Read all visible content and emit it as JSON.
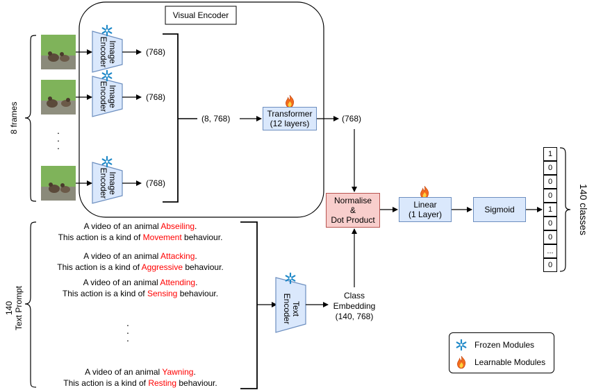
{
  "visual_encoder": {
    "title": "Visual Encoder"
  },
  "frames_label": "8 frames",
  "image_encoder": {
    "label_line1": "Image",
    "label_line2": "Encoder",
    "output_dim": "(768)"
  },
  "stacked_dim": "(8, 768)",
  "transformer": {
    "line1": "Transformer",
    "line2": "(12 layers)",
    "output_dim": "(768)"
  },
  "normalise": {
    "line1": "Normalise",
    "line2": "&",
    "line3": "Dot Product"
  },
  "linear": {
    "line1": "Linear",
    "line2": "(1 Layer)"
  },
  "sigmoid": {
    "label": "Sigmoid"
  },
  "output_vector": [
    "1",
    "0",
    "0",
    "0",
    "1",
    "0",
    "0",
    "...",
    "0"
  ],
  "classes_label": "140 classes",
  "text_prompt_label": {
    "line1": "140",
    "line2": "Text Prompt"
  },
  "prompts": [
    {
      "prefix1": "A video of an animal ",
      "action": "Abseiling",
      "suffix1": ".",
      "prefix2": "This action is a kind of ",
      "behaviour": "Movement",
      "suffix2": " behaviour."
    },
    {
      "prefix1": "A video of an animal ",
      "action": "Attacking",
      "suffix1": ".",
      "prefix2": "This action is a kind of ",
      "behaviour": "Aggressive",
      "suffix2": " behaviour."
    },
    {
      "prefix1": "A video of an animal ",
      "action": "Attending",
      "suffix1": ".",
      "prefix2": "This action is a kind of ",
      "behaviour": "Sensing",
      "suffix2": " behaviour."
    },
    {
      "prefix1": "A video of an animal ",
      "action": "Yawning",
      "suffix1": ".",
      "prefix2": "This action is a kind of ",
      "behaviour": "Resting",
      "suffix2": " behaviour."
    }
  ],
  "text_encoder": {
    "line1": "Text",
    "line2": "Encoder"
  },
  "class_embedding": {
    "line1": "Class",
    "line2": "Embedding",
    "line3": "(140, 768)"
  },
  "legend": {
    "frozen": "Frozen Modules",
    "learnable": "Learnable Modules"
  },
  "colors": {
    "module_fill": "#dae8fc",
    "module_stroke": "#6c8ebf",
    "dot_fill": "#f8cecc",
    "dot_stroke": "#b85450",
    "highlight": "#ff0000",
    "frozen_icon": "#1e88c8",
    "flame_outer": "#f26b1d",
    "flame_inner": "#ffd23f"
  },
  "icons": {
    "frozen": "snowflake-icon",
    "learnable": "flame-icon"
  }
}
